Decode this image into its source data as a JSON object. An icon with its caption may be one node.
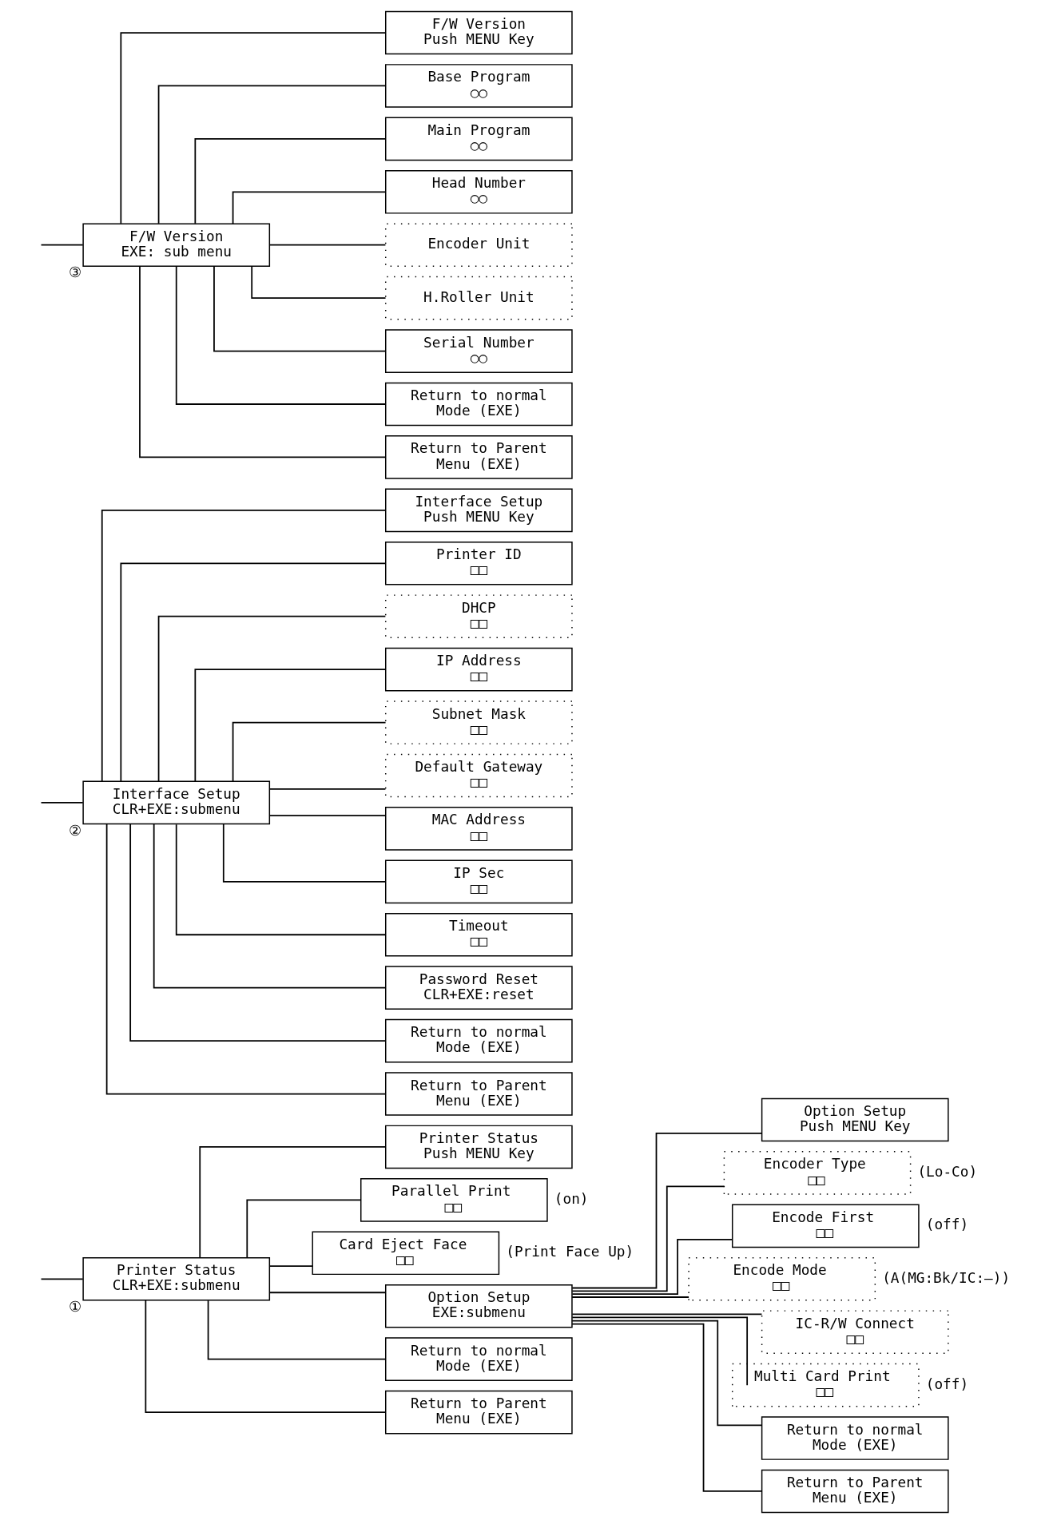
{
  "diagram": {
    "nodes": [
      {
        "text": [
          "Printer Status",
          "CLR+EXE:submenu"
        ],
        "beside": [
          "①"
        ]
      },
      {
        "text": [
          "Printer Status",
          "Push MENU Key"
        ]
      },
      {
        "text": [
          "Parallel Print",
          "□□"
        ],
        "beside": [
          "(on)"
        ]
      },
      {
        "text": [
          "Card Eject Face",
          "□□"
        ],
        "beside": [
          "(Print Face Up)"
        ]
      },
      {
        "text": [
          "Option Setup",
          "EXE:submenu"
        ]
      },
      {
        "text": [
          "Return to normal",
          "Mode (EXE)"
        ]
      },
      {
        "text": [
          "Return to Parent",
          "Menu (EXE)"
        ]
      },
      {
        "text": [
          "Option Setup",
          "Push MENU Key"
        ]
      },
      {
        "text": [
          "Encoder Type",
          "□□"
        ],
        "beside": [
          "(Lo-Co)"
        ]
      },
      {
        "text": [
          "Encode First",
          "□□"
        ],
        "beside": [
          "(off)"
        ]
      },
      {
        "text": [
          "Encode Mode",
          "□□"
        ],
        "beside": [
          "(A(MG:Bk/IC:—))"
        ]
      },
      {
        "text": [
          "IC-R/W Connect",
          "□□"
        ]
      },
      {
        "text": [
          "Multi Card Print",
          "□□"
        ],
        "beside": [
          "(off)"
        ]
      },
      {
        "text": [
          "Return to normal",
          "Mode (EXE)"
        ]
      },
      {
        "text": [
          "Return to Parent",
          "Menu (EXE)"
        ]
      },
      {
        "text": [
          "Interface Setup",
          "CLR+EXE:submenu"
        ],
        "beside": [
          "②"
        ]
      },
      {
        "text": [
          "Interface Setup",
          "Push MENU Key"
        ]
      },
      {
        "text": [
          "Printer ID",
          "□□"
        ]
      },
      {
        "text": [
          "DHCP",
          "□□"
        ]
      },
      {
        "text": [
          "IP Address",
          "□□"
        ]
      },
      {
        "text": [
          "Subnet Mask",
          "□□"
        ]
      },
      {
        "text": [
          "Default Gateway",
          "□□"
        ]
      },
      {
        "text": [
          "MAC Address",
          "□□"
        ]
      },
      {
        "text": [
          "IP Sec",
          "□□"
        ]
      },
      {
        "text": [
          "Timeout",
          "□□"
        ]
      },
      {
        "text": [
          "Password Reset",
          "CLR+EXE:reset"
        ]
      },
      {
        "text": [
          "Return to normal",
          "Mode (EXE)"
        ]
      },
      {
        "text": [
          "Return to Parent",
          "Menu (EXE)"
        ]
      },
      {
        "text": [
          "F/W Version",
          "EXE: sub menu"
        ],
        "beside": [
          "③"
        ]
      },
      {
        "text": [
          "F/W Version",
          "Push MENU Key"
        ]
      },
      {
        "text": [
          "Base Program",
          "○○"
        ]
      },
      {
        "text": [
          "Main Program",
          "○○"
        ]
      },
      {
        "text": [
          "Head Number",
          "○○"
        ]
      },
      {
        "text": [
          "Encoder Unit"
        ]
      },
      {
        "text": [
          "H.Roller Unit"
        ]
      },
      {
        "text": [
          "Serial Number",
          "○○"
        ]
      },
      {
        "text": [
          "Return to normal",
          "Mode (EXE)"
        ]
      },
      {
        "text": [
          "Return to Parent",
          "Menu (EXE)"
        ]
      }
    ],
    "edges": [
      {
        "from": null,
        "to": 0,
        "arrow": "none"
      },
      {
        "from": 0,
        "to": 1,
        "arrow": "none"
      },
      {
        "from": 0,
        "to": 2,
        "arrow": "none"
      },
      {
        "from": 0,
        "to": 3,
        "arrow": "none"
      },
      {
        "from": 0,
        "to": 4,
        "arrow": "none"
      },
      {
        "from": 0,
        "to": 5,
        "arrow": "none"
      },
      {
        "from": 0,
        "to": 6,
        "arrow": "none"
      },
      {
        "from": 4,
        "to": 7,
        "arrow": "none"
      },
      {
        "from": 4,
        "to": 8,
        "arrow": "none"
      },
      {
        "from": 4,
        "to": 9,
        "arrow": "none"
      },
      {
        "from": 4,
        "to": 10,
        "arrow": "none"
      },
      {
        "from": 4,
        "to": 11,
        "arrow": "none"
      },
      {
        "from": 4,
        "to": 12,
        "arrow": "none"
      },
      {
        "from": 4,
        "to": 13,
        "arrow": "none"
      },
      {
        "from": 4,
        "to": 14,
        "arrow": "none"
      },
      {
        "from": null,
        "to": 15,
        "arrow": "none"
      },
      {
        "from": 15,
        "to": 16,
        "arrow": "none"
      },
      {
        "from": 15,
        "to": 17,
        "arrow": "none"
      },
      {
        "from": 15,
        "to": 18,
        "arrow": "none"
      },
      {
        "from": 15,
        "to": 19,
        "arrow": "none"
      },
      {
        "from": 15,
        "to": 20,
        "arrow": "none"
      },
      {
        "from": 15,
        "to": 21,
        "arrow": "none"
      },
      {
        "from": 15,
        "to": 22,
        "arrow": "none"
      },
      {
        "from": 15,
        "to": 23,
        "arrow": "none"
      },
      {
        "from": 15,
        "to": 24,
        "arrow": "none"
      },
      {
        "from": 15,
        "to": 25,
        "arrow": "none"
      },
      {
        "from": 15,
        "to": 26,
        "arrow": "none"
      },
      {
        "from": 15,
        "to": 27,
        "arrow": "none"
      },
      {
        "from": null,
        "to": 28,
        "arrow": "none"
      },
      {
        "from": 28,
        "to": 29,
        "arrow": "none"
      },
      {
        "from": 28,
        "to": 30,
        "arrow": "none"
      },
      {
        "from": 28,
        "to": 31,
        "arrow": "none"
      },
      {
        "from": 28,
        "to": 32,
        "arrow": "none"
      },
      {
        "from": 28,
        "to": 33,
        "arrow": "none"
      },
      {
        "from": 28,
        "to": 34,
        "arrow": "none"
      },
      {
        "from": 28,
        "to": 35,
        "arrow": "none"
      },
      {
        "from": 28,
        "to": 36,
        "arrow": "none"
      },
      {
        "from": 28,
        "to": 37,
        "arrow": "none"
      }
    ]
  }
}
